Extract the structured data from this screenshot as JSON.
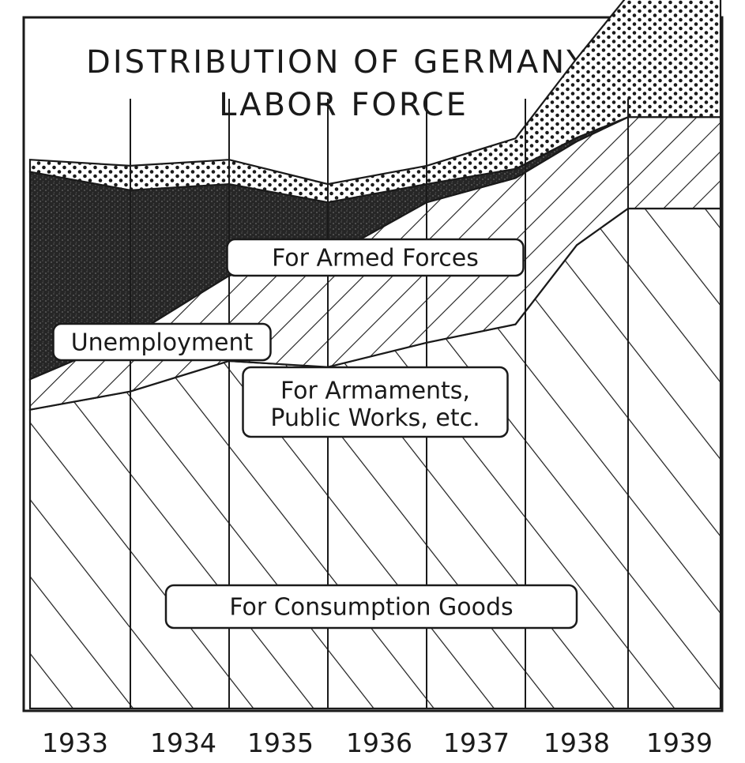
{
  "chart_data": {
    "type": "area",
    "stacked": true,
    "title_lines": [
      "DISTRIBUTION OF GERMANY'S",
      "LABOR FORCE"
    ],
    "x": [
      1933,
      1934,
      1935,
      1936,
      1937,
      1938,
      1939
    ],
    "x_tick_labels": [
      "1933",
      "1934",
      "1935",
      "1936",
      "1937",
      "1938",
      "1939"
    ],
    "ylim": [
      0,
      100
    ],
    "grid": true,
    "series": [
      {
        "name": "For Consumption Goods",
        "pattern": "wide-diagonal-hatch",
        "color": "#1a1a1a",
        "points": [
          [
            1933,
            49
          ],
          [
            1934,
            52
          ],
          [
            1935,
            57
          ],
          [
            1936,
            56
          ],
          [
            1937,
            60
          ],
          [
            1937.9,
            63
          ],
          [
            1938.5,
            76
          ],
          [
            1939,
            82
          ]
        ]
      },
      {
        "name": "For Armaments, Public Works, etc.",
        "pattern": "dense-reverse-hatch",
        "color": "#1a1a1a",
        "points": [
          [
            1933,
            5
          ],
          [
            1934,
            9
          ],
          [
            1935,
            14
          ],
          [
            1936,
            18
          ],
          [
            1937,
            23
          ],
          [
            1937.9,
            24
          ],
          [
            1938.5,
            17
          ],
          [
            1939,
            15
          ]
        ]
      },
      {
        "name": "Unemployment",
        "pattern": "dark-stipple",
        "color": "#222222",
        "points": [
          [
            1933,
            34
          ],
          [
            1934,
            24
          ],
          [
            1935,
            15
          ],
          [
            1936,
            9
          ],
          [
            1937,
            3
          ],
          [
            1937.9,
            1.5
          ],
          [
            1938.5,
            0.6
          ],
          [
            1939,
            0
          ]
        ]
      },
      {
        "name": "For Armed Forces",
        "pattern": "dots",
        "color": "#1a1a1a",
        "points": [
          [
            1933,
            2
          ],
          [
            1934,
            4
          ],
          [
            1935,
            4
          ],
          [
            1936,
            3
          ],
          [
            1937,
            3
          ],
          [
            1937.9,
            5
          ],
          [
            1938.5,
            13
          ],
          [
            1939,
            20
          ]
        ]
      }
    ]
  }
}
